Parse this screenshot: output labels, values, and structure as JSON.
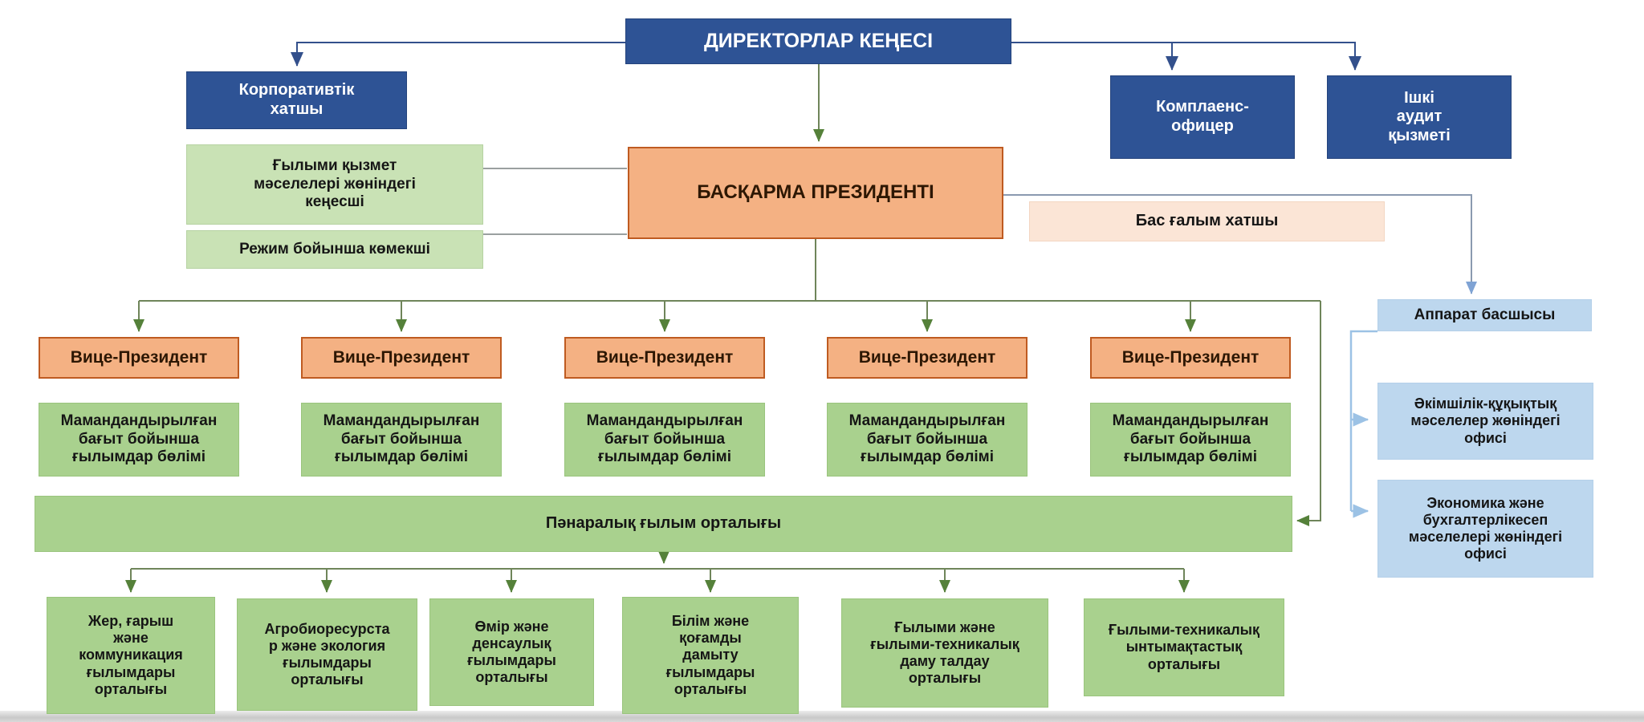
{
  "page": {
    "background": "#ffffff"
  },
  "palette": {
    "navy_box": "#2e5395",
    "orange_box": "#f4b183",
    "orange_border": "#bf5b21",
    "light_green_box": "#c9e2b5",
    "green_box": "#a9d18e",
    "peach_box": "#fbe5d6",
    "light_blue_box": "#bdd7ee",
    "arrow_green": "#55813a",
    "arrow_navy": "#33508c",
    "arrow_steel_blue": "#7fa3d4",
    "arrow_sky_blue": "#9cc2e5",
    "line_grey": "#9aa0a0"
  },
  "nodes": {
    "board_of_directors": "ДИРЕКТОРЛАР КЕҢЕСІ",
    "corporate_secretary": "Корпоративтік\nхатшы",
    "compliance_officer": "Комплаенс-\nофицер",
    "internal_audit": "Ішкі\nаудит\nқызметі",
    "science_advisor": "Ғылыми қызмет\nмәселелері жөніндегі\nкеңесші",
    "regime_assistant": "Режим бойынша көмекші",
    "president": "БАСҚАРМА ПРЕЗИДЕНТІ",
    "chief_science_secretary": "Бас ғалым хатшы",
    "staff_head": "Аппарат басшысы",
    "admin_legal_office": "Әкімшілік-құқықтық\nмәселелер жөніндегі\nофисі",
    "economics_office": "Экономика және\nбухгалтерлікесеп\nмәселелері жөніндегі\nофисі",
    "vice_presidents": [
      "Вице-Президент",
      "Вице-Президент",
      "Вице-Президент",
      "Вице-Президент",
      "Вице-Президент"
    ],
    "science_departments": [
      "Мамандандырылған\nбағыт бойынша\nғылымдар бөлімі",
      "Мамандандырылған\nбағыт бойынша\nғылымдар бөлімі",
      "Мамандандырылған\nбағыт бойынша\nғылымдар бөлімі",
      "Мамандандырылған\nбағыт бойынша\nғылымдар бөлімі",
      "Мамандандырылған\nбағыт бойынша\nғылымдар бөлімі"
    ],
    "interdisciplinary_center": "Пәнаралық ғылым орталығы",
    "centers": [
      "Жер, ғарыш\nжәне\nкоммуникация\nғылымдары\nорталығы",
      "Агробиоресурста\nр және экология\nғылымдары\nорталығы",
      "Өмір және\nденсаулық\nғылымдары\nорталығы",
      "Білім және\nқоғамды\nдамыту\nғылымдары\nорталығы",
      "Ғылыми және\nғылыми-техникалық\nдаму талдау\nорталығы",
      "Ғылыми-техникалық\nынтымақтастық\nорталығы"
    ]
  }
}
